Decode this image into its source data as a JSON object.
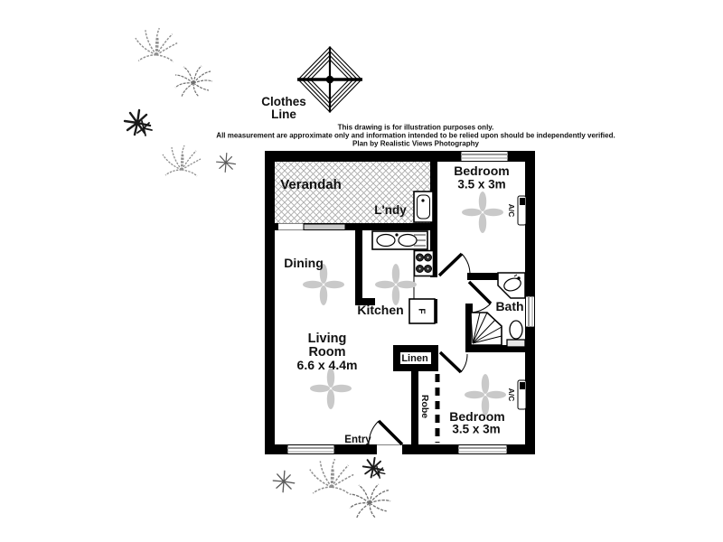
{
  "colors": {
    "walls": "#000000",
    "ceiling_fan": "#c9c9c9",
    "hatch": "#ababab",
    "text": "#111111",
    "window_fill": "#d9d9d9"
  },
  "icons": {
    "clothes_line": "clothes-line-icon",
    "ceiling_fan": "ceiling-fan-icon",
    "plants": "plant-icon"
  },
  "clothes_line": {
    "line1": "Clothes",
    "line2": "Line"
  },
  "disclaimer": {
    "line1": "This drawing is for illustration purposes only.",
    "line2": "All measurement are approximate only and information intended to be relied upon should be independently verified.",
    "line3": "Plan by Realistic Views Photography"
  },
  "rooms": {
    "verandah": {
      "label": "Verandah"
    },
    "laundry": {
      "label": "L'ndy"
    },
    "bedroom_top": {
      "label": "Bedroom",
      "size": "3.5 x 3m",
      "ac": "A/C"
    },
    "dining": {
      "label": "Dining"
    },
    "kitchen": {
      "label": "Kitchen",
      "fridge": "F"
    },
    "bath": {
      "label": "Bath"
    },
    "living_room": {
      "line1": "Living",
      "line2": "Room",
      "size": "6.6 x 4.4m"
    },
    "linen": {
      "label": "Linen"
    },
    "robe": {
      "label": "Robe"
    },
    "entry": {
      "label": "Entry"
    },
    "bedroom_bottom": {
      "label": "Bedroom",
      "size": "3.5 x 3m",
      "ac": "A/C"
    }
  }
}
